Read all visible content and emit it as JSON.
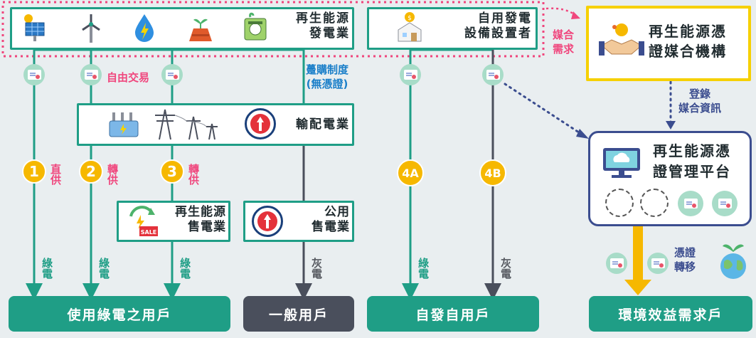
{
  "producer": {
    "title_line1": "再生能源",
    "title_line2": "發電業"
  },
  "selfuse": {
    "title_line1": "自用發電",
    "title_line2": "設備設置者"
  },
  "matching_demand": {
    "line1": "媒合",
    "line2": "需求"
  },
  "matching_agency": {
    "line1": "再生能源憑",
    "line2": "證媒合機構"
  },
  "free_trade": "自由交易",
  "purchase": {
    "line1": "躉購制度",
    "line2": "(無憑證)"
  },
  "grid": {
    "title": "輸配電業"
  },
  "register": {
    "line1": "登錄",
    "line2": "媒合資訊"
  },
  "platform": {
    "line1": "再生能源憑",
    "line2": "證管理平台"
  },
  "badges": [
    {
      "num": "1",
      "text": "直供"
    },
    {
      "num": "2",
      "text": "轉供"
    },
    {
      "num": "3",
      "text": "轉供"
    },
    {
      "num": "4A",
      "text": ""
    },
    {
      "num": "4B",
      "text": ""
    }
  ],
  "re_retail": {
    "line1": "再生能源",
    "line2": "售電業"
  },
  "public_retail": {
    "line1": "公用",
    "line2": "售電業"
  },
  "green_power": "綠電",
  "gray_power": "灰電",
  "cert_transfer": {
    "line1": "憑證",
    "line2": "轉移"
  },
  "outputs": {
    "green_user": "使用綠電之用戶",
    "general_user": "一般用戶",
    "self_user": "自發自用戶",
    "env_user": "環境效益需求戶"
  },
  "colors": {
    "teal": "#1f9e86",
    "pink": "#f0467d",
    "yellow": "#f6b800",
    "navy": "#3b4d8f",
    "slate": "#4a4f5c",
    "blue": "#1b7fc9"
  }
}
